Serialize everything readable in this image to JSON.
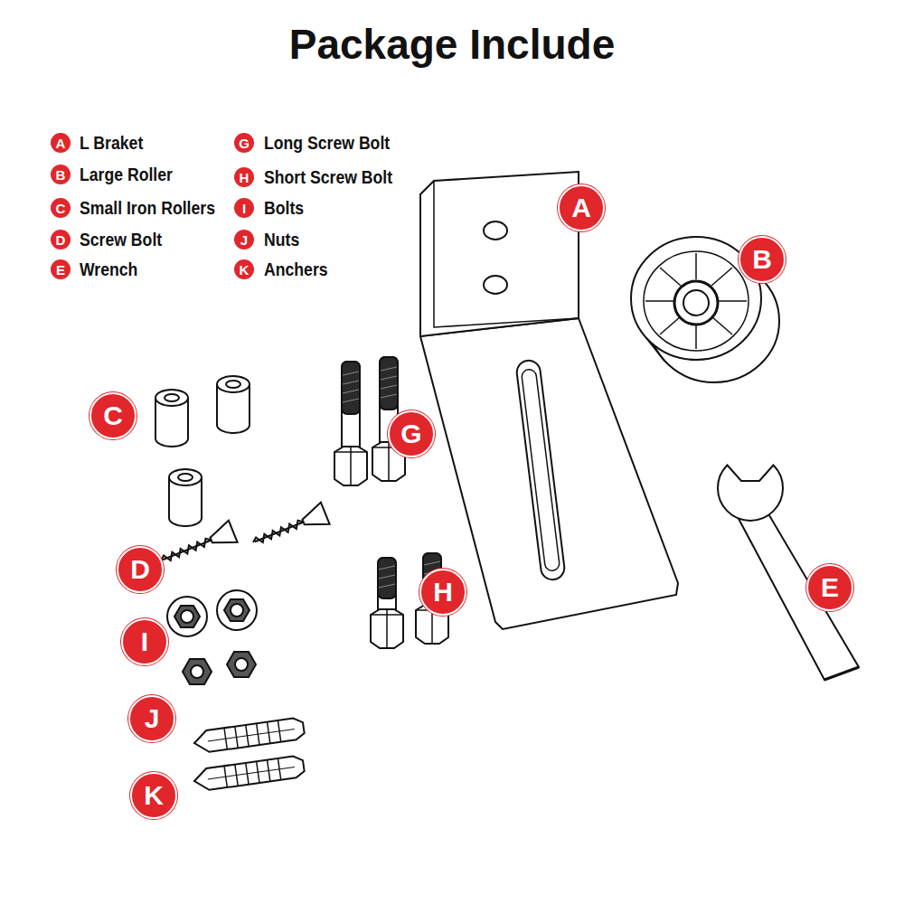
{
  "diagram": {
    "title": "Package Include",
    "labels": [
      "A",
      "L Braket",
      "B",
      "Large Roller",
      "C",
      "Small Iron Rollers",
      "D",
      "Screw Bolt",
      "E",
      "Wrench",
      "G",
      "Long Screw Bolt",
      "H",
      "Short Screw Bolt",
      "I",
      "Bolts",
      "J",
      "Nuts",
      "K",
      "Anchers",
      "A",
      "B",
      "C",
      "G",
      "D",
      "H",
      "E",
      "I",
      "J",
      "K"
    ]
  }
}
